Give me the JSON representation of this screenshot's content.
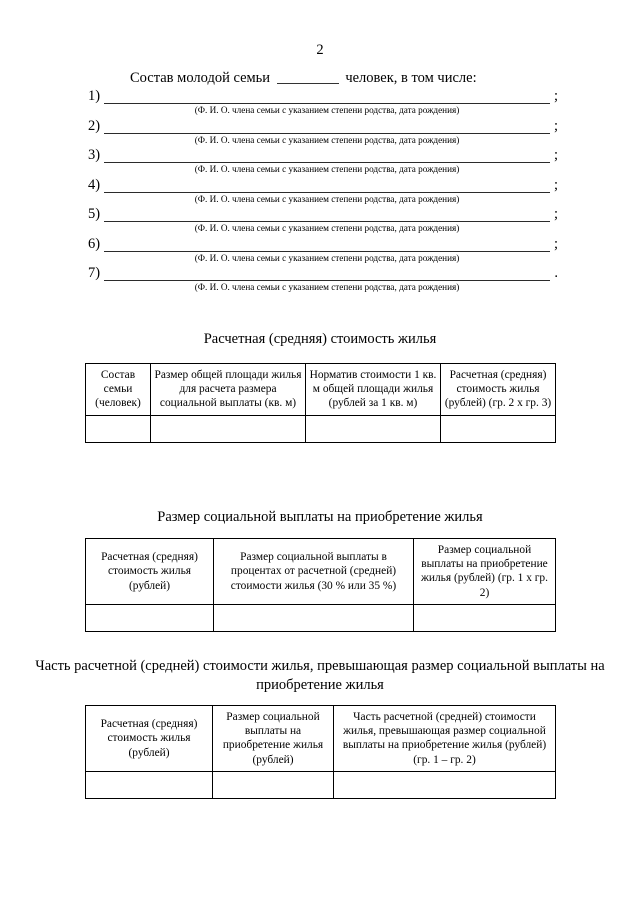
{
  "document": {
    "page_number": "2",
    "intro": {
      "before_blank": "Состав молодой семьи",
      "after_blank": "человек, в том числе:"
    },
    "member_caption": "(Ф. И. О. члена семьи с указанием степени родства, дата рождения)",
    "entries": [
      {
        "num": "1)",
        "terminator": ";"
      },
      {
        "num": "2)",
        "terminator": ";"
      },
      {
        "num": "3)",
        "terminator": ";"
      },
      {
        "num": "4)",
        "terminator": ";"
      },
      {
        "num": "5)",
        "terminator": ";"
      },
      {
        "num": "6)",
        "terminator": ";"
      },
      {
        "num": "7)",
        "terminator": "."
      }
    ]
  },
  "tables": [
    {
      "title": "Расчетная (средняя) стоимость жилья",
      "headers": [
        "Состав семьи (человек)",
        "Размер общей площади жилья для расчета размера социальной выплаты (кв. м)",
        "Норматив стоимости 1 кв. м общей площади жилья (рублей за 1 кв. м)",
        "Расчетная (средняя) стоимость жилья (рублей) (гр. 2 х гр. 3)"
      ],
      "row": [
        "",
        "",
        "",
        ""
      ]
    },
    {
      "title": "Размер социальной выплаты на приобретение жилья",
      "headers": [
        "Расчетная (средняя) стоимость жилья (рублей)",
        "Размер социальной выплаты в процентах от расчетной (средней) стоимости жилья (30 % или 35 %)",
        "Размер социальной выплаты на приобретение жилья (рублей) (гр. 1 х гр. 2)"
      ],
      "row": [
        "",
        "",
        ""
      ]
    },
    {
      "title": "Часть расчетной (средней) стоимости жилья, превышающая размер социальной выплаты на приобретение жилья",
      "headers": [
        "Расчетная (средняя) стоимость жилья (рублей)",
        "Размер социальной выплаты на приобретение жилья (рублей)",
        "Часть расчетной (средней) стоимости жилья, превышающая размер социальной выплаты на приобретение жилья (рублей) (гр. 1 – гр. 2)"
      ],
      "row": [
        "",
        "",
        ""
      ]
    }
  ]
}
